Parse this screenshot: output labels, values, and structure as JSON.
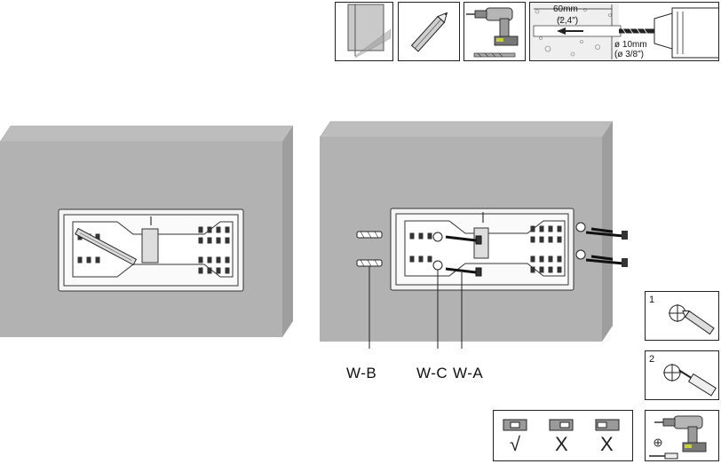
{
  "drill_spec": {
    "depth_mm": "60mm",
    "depth_in": "(2,4\")",
    "diameter_mm": "ø 10mm",
    "diameter_in": "(ø 3/8\")"
  },
  "callouts": {
    "wb": "W-B",
    "wc": "W-C",
    "wa": "W-A"
  },
  "steps": {
    "step1": "1",
    "step2": "2"
  },
  "level_marks": {
    "ok": "√",
    "bad1": "X",
    "bad2": "X"
  }
}
